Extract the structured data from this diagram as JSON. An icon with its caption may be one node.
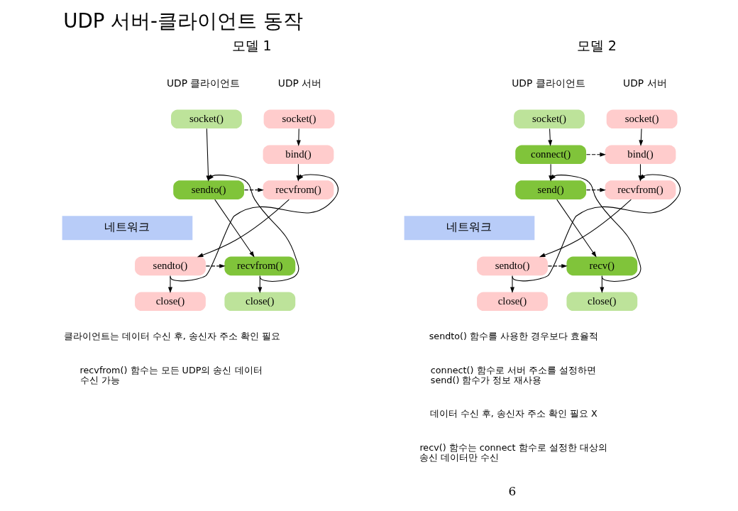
{
  "diagram": {
    "title": "UDP 서버-클라이언트 동작",
    "nodes": [
      {
        "text": [
          "socket()"
        ]
      },
      {
        "text": [
          "bind()"
        ]
      },
      {
        "text": [
          "recvfrom()"
        ]
      },
      {
        "text": [
          "sendto()"
        ]
      },
      {
        "text": [
          "close()"
        ]
      },
      {
        "text": [
          "socket()"
        ]
      },
      {
        "text": [
          "sendto()"
        ]
      },
      {
        "text": [
          "recvfrom()"
        ]
      },
      {
        "text": [
          "close()"
        ]
      },
      {
        "text": [
          "네트워크"
        ]
      },
      {
        "text": [
          "socket()"
        ]
      },
      {
        "text": [
          "bind()"
        ]
      },
      {
        "text": [
          "recvfrom()"
        ]
      },
      {
        "text": [
          "sendto()"
        ]
      },
      {
        "text": [
          "close()"
        ]
      },
      {
        "text": [
          "socket()"
        ]
      },
      {
        "text": [
          "connect()"
        ]
      },
      {
        "text": [
          "send()"
        ]
      },
      {
        "text": [
          "recv()"
        ]
      },
      {
        "text": [
          "close()"
        ]
      },
      {
        "text": [
          "네트워크"
        ]
      }
    ],
    "edges": [
      {
        "from": 0,
        "to": 1,
        "arrow": "to"
      },
      {
        "from": 1,
        "to": 2,
        "arrow": "to"
      },
      {
        "from": 2,
        "to": 3,
        "arrow": "to"
      },
      {
        "from": 3,
        "to": 4,
        "arrow": "to"
      },
      {
        "from": 3,
        "to": 2,
        "arrow": "to"
      },
      {
        "from": 5,
        "to": 6,
        "arrow": "to"
      },
      {
        "from": 6,
        "to": 7,
        "arrow": "to"
      },
      {
        "from": 7,
        "to": 8,
        "arrow": "to"
      },
      {
        "from": 7,
        "to": 6,
        "arrow": "to"
      },
      {
        "from": 6,
        "to": 2,
        "arrow": "to",
        "style": "dashed"
      },
      {
        "from": 3,
        "to": 7,
        "arrow": "to",
        "style": "dashed"
      },
      {
        "from": 10,
        "to": 11,
        "arrow": "to"
      },
      {
        "from": 11,
        "to": 12,
        "arrow": "to"
      },
      {
        "from": 12,
        "to": 13,
        "arrow": "to"
      },
      {
        "from": 13,
        "to": 14,
        "arrow": "to"
      },
      {
        "from": 13,
        "to": 12,
        "arrow": "to"
      },
      {
        "from": 15,
        "to": 16,
        "arrow": "to"
      },
      {
        "from": 16,
        "to": 17,
        "arrow": "to"
      },
      {
        "from": 17,
        "to": 18,
        "arrow": "to"
      },
      {
        "from": 18,
        "to": 19,
        "arrow": "to"
      },
      {
        "from": 18,
        "to": 17,
        "arrow": "to"
      },
      {
        "from": 16,
        "to": 11,
        "arrow": "to",
        "style": "dashed"
      },
      {
        "from": 17,
        "to": 12,
        "arrow": "to",
        "style": "dashed"
      },
      {
        "from": 13,
        "to": 18,
        "arrow": "to",
        "style": "dashed"
      }
    ],
    "labels": [
      "모델 1",
      "모델 2",
      "UDP 서버",
      "UDP 클라이언트",
      "UDP 서버",
      "UDP 클라이언트",
      "클라이언트는 데이터 수신 후, 송신자 주소 확인 필요",
      "recvfrom() 함수는 모든 UDP의 송신 데이터 수신 가능",
      "sendto() 함수를 사용한 경우보다 효율적",
      "connect() 함수로 서버 주소를 설정하면 send() 함수가 정보 재사용",
      "데이터 수신 후, 송신자 주소 확인 필요 X",
      "recv() 함수는 connect 함수로 설정한 대상의 송신 데이터만 수신",
      "6"
    ]
  }
}
